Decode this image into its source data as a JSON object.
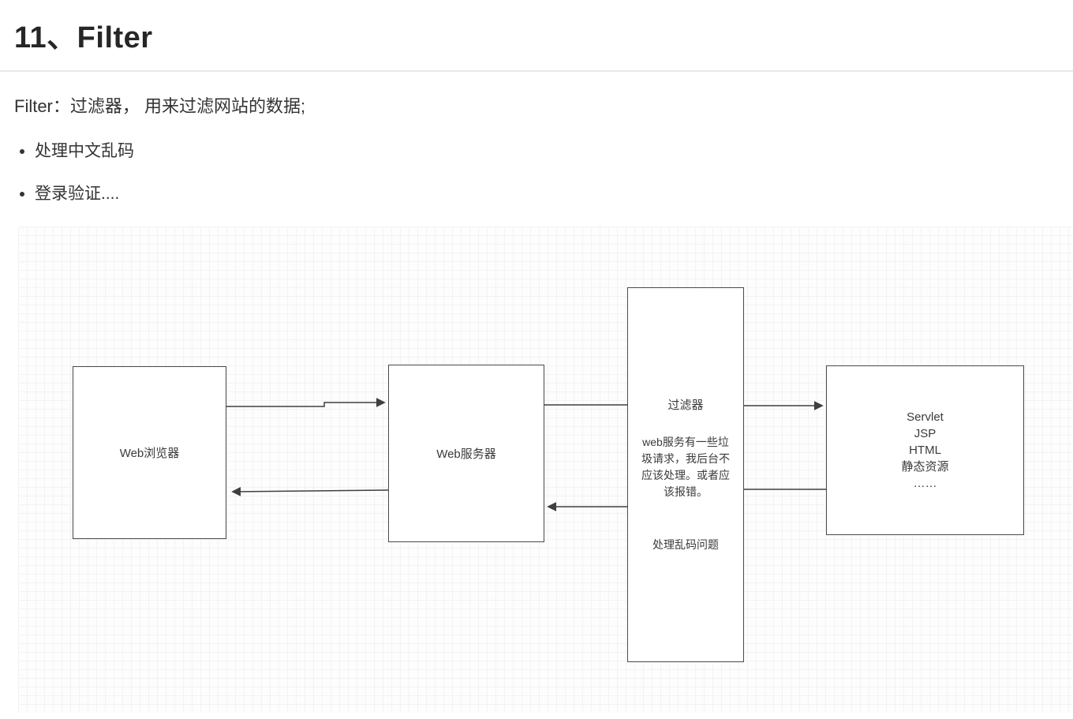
{
  "page": {
    "heading": "11、Filter",
    "intro": "Filter：过滤器， 用来过滤网站的数据;",
    "bullets": [
      "处理中文乱码",
      "登录验证...."
    ]
  },
  "diagram": {
    "nodes": {
      "browser": {
        "label": "Web浏览器"
      },
      "server": {
        "label": "Web服务器"
      },
      "filter": {
        "title": "过滤器",
        "body": "web服务有一些垃圾请求，我后台不应该处理。或者应该报错。",
        "note": "处理乱码问题"
      },
      "servlet": {
        "lines": [
          "Servlet",
          "JSP",
          "HTML",
          "静态资源",
          "……"
        ]
      }
    }
  }
}
